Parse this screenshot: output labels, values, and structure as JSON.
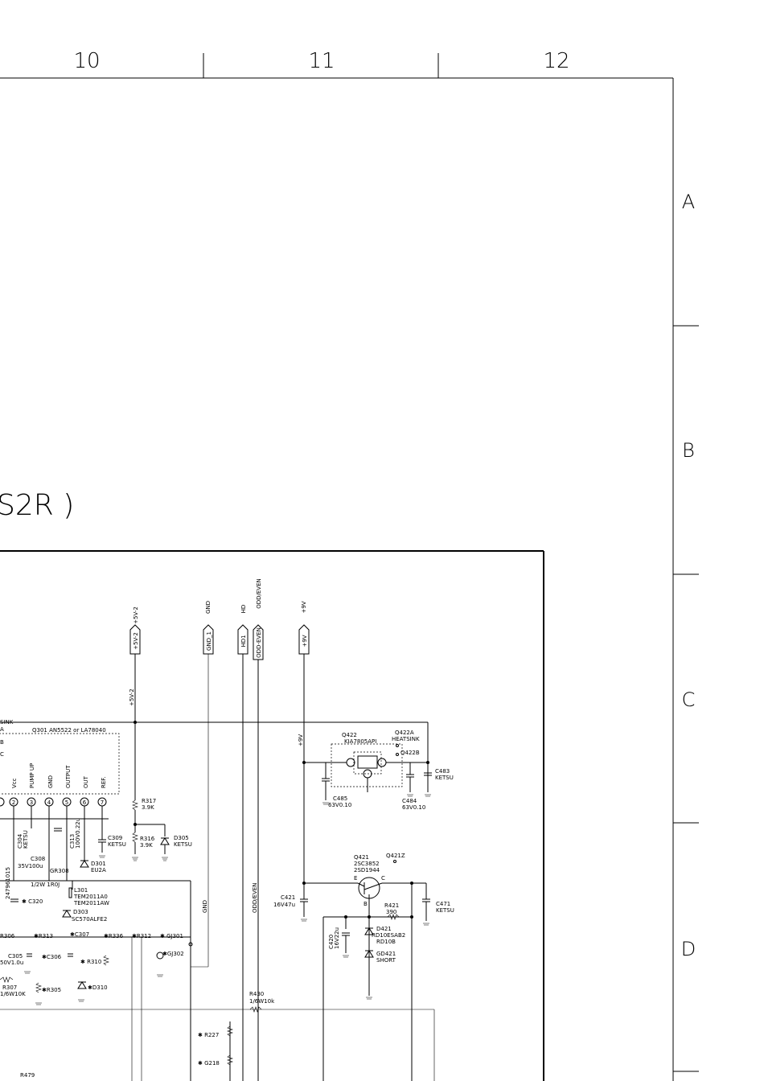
{
  "frame": {
    "columns": [
      "10",
      "11",
      "12"
    ],
    "rows": [
      "A",
      "B",
      "C",
      "D"
    ]
  },
  "title_fragment": "S2R )",
  "connectors": [
    {
      "net": "+5V-2",
      "tag": "+5V-2"
    },
    {
      "net": "GND",
      "tag": "GND_1"
    },
    {
      "net": "HD",
      "tag": "HD1"
    },
    {
      "net": "ODD/EVEN",
      "tag": "ODD-EVEN"
    },
    {
      "net": "+9V",
      "tag": "+9V"
    }
  ],
  "ic_q301": {
    "heatsink": "SINK",
    "heatsink_sub": "A",
    "title": "Q301 AN5522 or LA78040",
    "letter_b": "B",
    "letter_c": "C",
    "pins": [
      {
        "num": "2",
        "name": "Vcc"
      },
      {
        "num": "3",
        "name": "PUMP UP"
      },
      {
        "num": "4",
        "name": "GND"
      },
      {
        "num": "5",
        "name": "OUTPUT"
      },
      {
        "num": "6",
        "name": "OUT"
      },
      {
        "num": "7",
        "name": "REF."
      }
    ]
  },
  "ic_q422": {
    "name": "Q422",
    "part": "KIA7805API",
    "heatsink": "Q422A",
    "heatsink_label": "HEATSINK",
    "heatsink_b": "Q422B"
  },
  "transistor_q421": {
    "name": "Q421",
    "part1": "2SC3852",
    "part2": "2SD1944",
    "extra": "Q421Z",
    "e": "E",
    "c": "C",
    "b": "B"
  },
  "labels": {
    "net_5v2": "+5V-2",
    "net_9v": "+9V",
    "net_gnd": "GND",
    "net_odd_even": "ODD/EVEN",
    "r317": "R317",
    "r317_val": "3.9K",
    "r316": "R316",
    "r316_val": "3.9K",
    "d305": "D305",
    "d305_val": "KETSU",
    "c309": "C309",
    "c309_val": "KETSU",
    "c313": "C313",
    "c313_val": "100V0.22u",
    "c304": "C304",
    "c304_val": "KETSU",
    "c308": "C308",
    "c308_val": "35V100u",
    "gr308": "GR308",
    "d301": "D301",
    "d301_val": "EU2A",
    "ref_247": "247961015",
    "r1": "1/2W 1R0J",
    "l301": "L301",
    "l301_a": "TEM2011A0",
    "l301_b": "TEM2011AW",
    "d303": "D303",
    "d303_val": "SC570ALFE2",
    "c320": "✱ C320",
    "r306": "R306",
    "r313": "✱R313",
    "c307": "✱C307",
    "r336": "✱R336",
    "r312": "✱R312",
    "gj301": "✱ GJ301",
    "gj302": "✱GJ302",
    "c305": "C305",
    "c305_val": "50V1.0u",
    "c306": "✱C306",
    "r310": "✱ R310",
    "r307": "R307",
    "r307_val": "1/6W10K",
    "r305": "✱R305",
    "d310": "✱D310",
    "r430": "R430",
    "r430_val": "1/6W10k",
    "r227": "✱ R227",
    "g218": "✱ G218",
    "r479": "R479",
    "c485": "C485",
    "c485_val": "63V0.10",
    "c484": "C484",
    "c484_val": "63V0.10",
    "c483": "C483",
    "c483_val": "KETSU",
    "c421": "C421",
    "c421_val": "16V47u",
    "c471": "C471",
    "c471_val": "KETSU",
    "c420": "C420",
    "c420_val": "16V22u",
    "r421": "R421",
    "r421_val": "390",
    "d421": "D421",
    "d421_a": "RD10ESAB2",
    "d421_b": "RD10B",
    "gd421": "GD421",
    "gd421_val": "SHORT"
  }
}
